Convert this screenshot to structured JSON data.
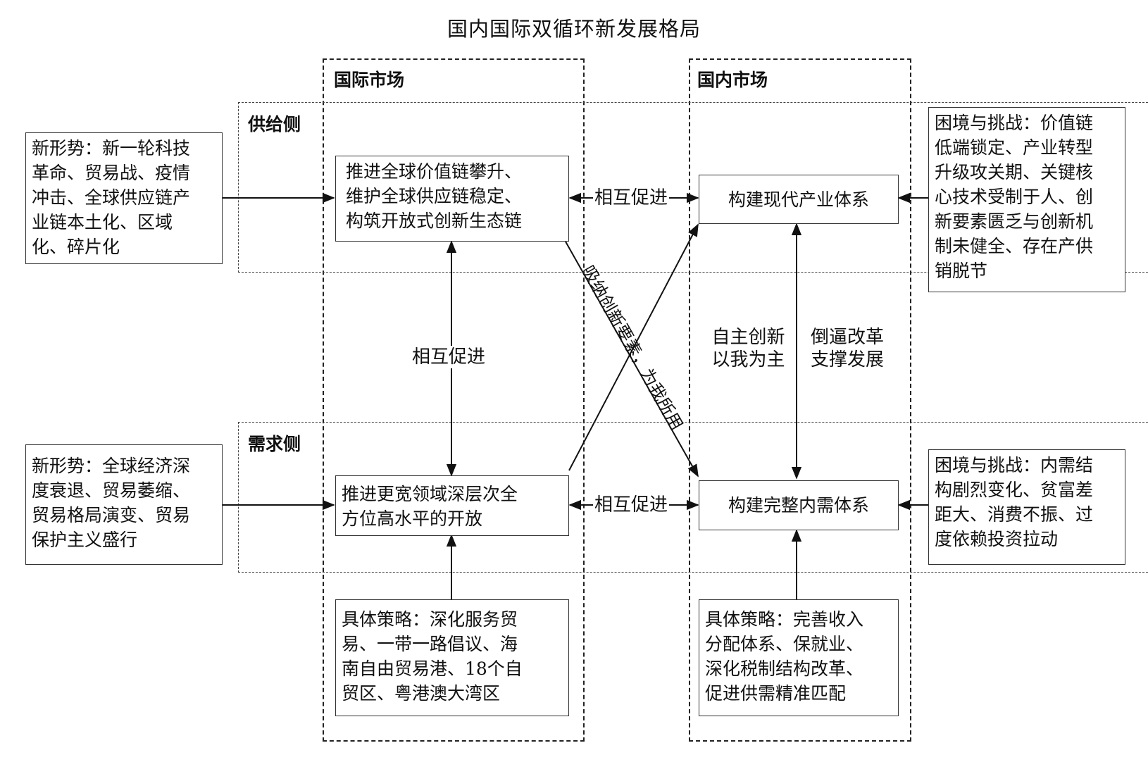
{
  "title": "国内国际双循环新发展格局",
  "columns": {
    "international": "国际市场",
    "domestic": "国内市场"
  },
  "rows": {
    "supply": "供给侧",
    "demand": "需求侧"
  },
  "boxes": {
    "left_supply": "新形势：新一轮科技\n革命、贸易战、疫情\n冲击、全球供应链产\n业链本土化、区域\n化、碎片化",
    "intl_supply": "推进全球价值链攀升、\n维护全球供应链稳定、\n构筑开放式创新生态链",
    "dom_supply": "构建现代产业体系",
    "right_supply": "困境与挑战：价值链\n低端锁定、产业转型\n升级攻关期、关键核\n心技术受制于人、创\n新要素匮乏与创新机\n制未健全、存在产供\n销脱节",
    "left_demand": "新形势：全球经济深\n度衰退、贸易萎缩、\n贸易格局演变、贸易\n保护主义盛行",
    "intl_demand": "推进更宽领域深层次全\n方位高水平的开放",
    "dom_demand": "构建完整内需体系",
    "right_demand": "困境与挑战：内需结\n构剧烈变化、贫富差\n距大、消费不振、过\n度依赖投资拉动",
    "intl_strategy": "具体策略：深化服务贸\n易、一带一路倡议、海\n南自由贸易港、18个自\n贸区、粤港澳大湾区",
    "dom_strategy": "具体策略：完善收入\n分配体系、保就业、\n深化税制结构改革、\n促进供需精准匹配"
  },
  "labels": {
    "mutual_top": "相互促进",
    "mutual_mid": "相互促进",
    "mutual_bottom": "相互促进",
    "self_innovation": "自主创新\n以我为主",
    "reform": "倒逼改革\n支撑发展",
    "diagonal": "吸纳创新要素，为我所用"
  }
}
